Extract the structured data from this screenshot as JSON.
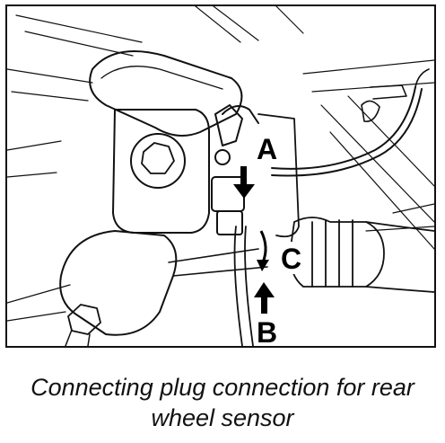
{
  "figure": {
    "labels": {
      "a": "A",
      "b": "B",
      "c": "C"
    },
    "caption": "Connecting plug connection for rear wheel sensor",
    "colors": {
      "line": "#111111",
      "background": "#ffffff"
    }
  }
}
